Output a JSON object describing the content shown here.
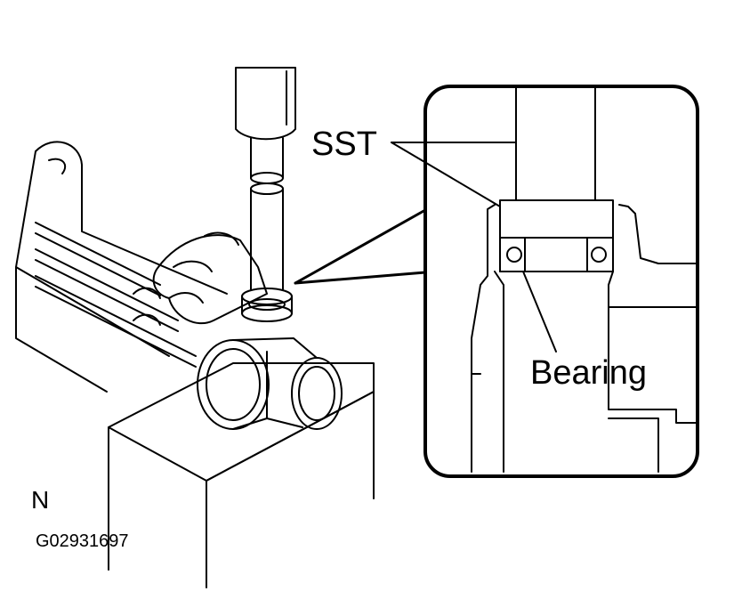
{
  "labels": {
    "sst": "SST",
    "bearing": "Bearing",
    "view_code": "N",
    "figure_code": "G02931697"
  },
  "colors": {
    "ink": "#000000",
    "paper": "#ffffff"
  }
}
